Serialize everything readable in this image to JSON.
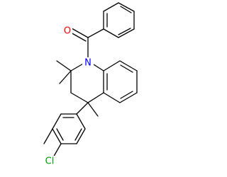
{
  "molecule": {
    "atoms": [
      {
        "key": "oxygen",
        "label": "O",
        "color": "#ff0000"
      },
      {
        "key": "nitrogen",
        "label": "N",
        "color": "#0000ff"
      },
      {
        "key": "chlorine",
        "label": "Cl",
        "color": "#00a000"
      }
    ],
    "bond_color": "#000000"
  }
}
